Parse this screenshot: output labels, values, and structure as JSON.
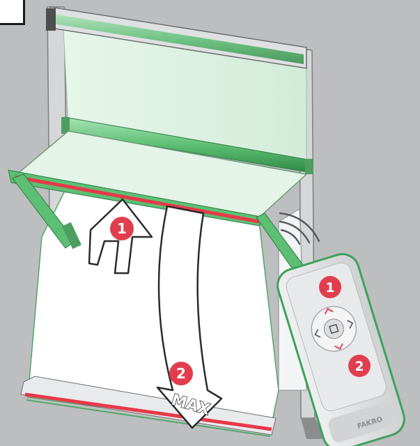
{
  "steps": {
    "up_step": "1",
    "down_step": "2",
    "max_label": "MAX"
  },
  "remote": {
    "button_up_step": "1",
    "button_down_step": "2",
    "brand": "FAKRO"
  },
  "colors": {
    "background": "#bdbec0",
    "frame_green": "#5cbf73",
    "screen_tint": "#dff2e3",
    "rail_red": "#e8384a",
    "badge_red": "#e03e4e",
    "remote_body": "#d9dadc",
    "remote_outline": "#3fa15a"
  },
  "icons": [
    "up-arrow-icon",
    "down-arrow-icon",
    "signal-waves-icon",
    "remote-control-icon",
    "square-stop-icon"
  ]
}
